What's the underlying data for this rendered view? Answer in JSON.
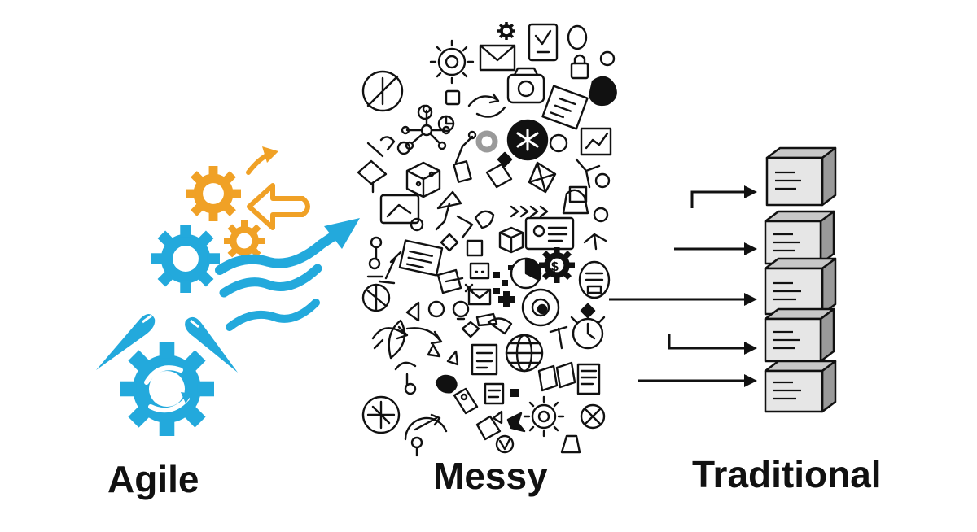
{
  "labels": {
    "agile": "Agile",
    "messy": "Messy",
    "traditional": "Traditional"
  },
  "colors": {
    "agile_orange": "#f0a126",
    "agile_blue": "#23a9dc",
    "ink": "#111111",
    "block_face": "#e6e6e6",
    "block_top": "#c8c8c8",
    "block_side": "#9a9a9a"
  },
  "icons": {
    "agile": [
      "gear-icon",
      "arrow-icon",
      "wave-icon",
      "refresh-gear-icon",
      "quill-icon"
    ],
    "messy": [
      "gear-icon",
      "envelope-icon",
      "document-icon",
      "clock-icon",
      "globe-icon",
      "pie-chart-icon",
      "dollar-icon",
      "cube-icon",
      "monitor-icon",
      "lightbulb-icon"
    ],
    "traditional": [
      "box-icon",
      "arrow-right-icon"
    ]
  }
}
